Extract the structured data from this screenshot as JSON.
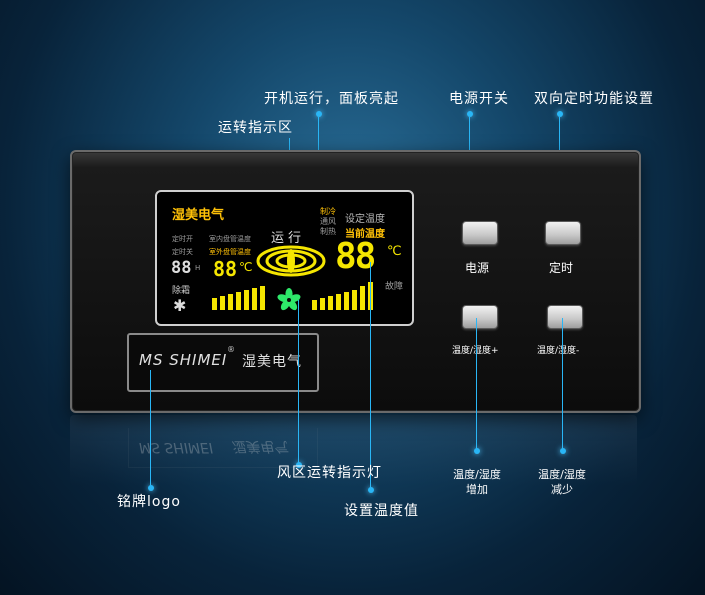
{
  "callouts": {
    "power_on_panel_lit": "开机运行，面板亮起",
    "run_indicator_area": "运转指示区",
    "power_switch": "电源开关",
    "dual_timer_setting": "双向定时功能设置",
    "fan_run_light": "风区运转指示灯",
    "nameplate_logo": "铭牌logo",
    "set_temperature_value": "设置温度值",
    "temp_humidity_increase": [
      "温度/湿度",
      "增加"
    ],
    "temp_humidity_decrease": [
      "温度/湿度",
      "减少"
    ]
  },
  "lcd": {
    "brand": "湿美电气",
    "timer_on": "定时开",
    "timer_off": "定时关",
    "indoor_coil_temp": "室内盘管温度",
    "outdoor_coil_temp": "室外盘管温度",
    "hour_digits": "88",
    "hour_unit": "H",
    "defrost": "除霜",
    "coil_temp_digits": "88",
    "celsius": "℃",
    "running": "运行",
    "mode_cool": "制冷",
    "mode_vent": "通风",
    "mode_heat": "制热",
    "set_temp": "设定温度",
    "current_temp": "当前温度",
    "main_digits": "88",
    "fault": "故障",
    "bar_levels_left": [
      12,
      14,
      16,
      18,
      20,
      22,
      24
    ],
    "bar_levels_right": [
      10,
      12,
      14,
      16,
      18,
      20,
      24,
      28
    ]
  },
  "logo": {
    "mark": "MS SHIMEI",
    "registered": "®",
    "cn_name": "湿美电气"
  },
  "buttons": {
    "power": "电源",
    "timer": "定时",
    "increase": "温度/湿度+",
    "decrease": "温度/湿度-"
  },
  "colors": {
    "lcd_yellow": "#f5e600",
    "lcd_amber": "#ffc107",
    "callout_line": "#29b6f6"
  }
}
